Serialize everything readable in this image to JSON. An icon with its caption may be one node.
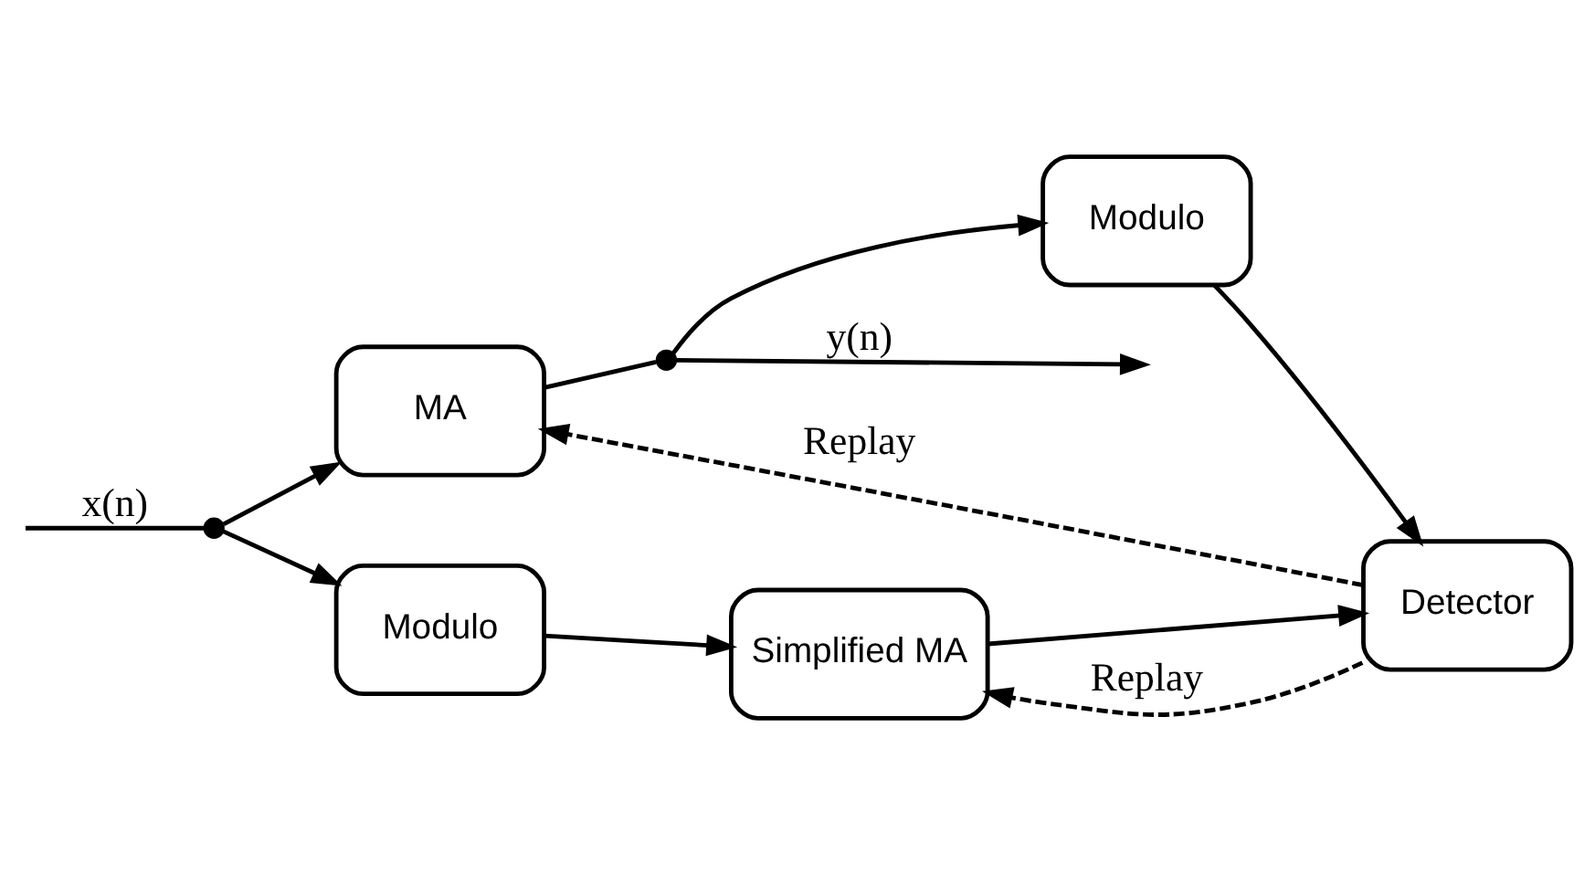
{
  "diagram": {
    "nodes": [
      {
        "text": [],
        "shape": "circle"
      },
      {
        "text": [
          "MA"
        ]
      },
      {
        "text": [],
        "shape": "circle"
      },
      {
        "text": [
          "Modulo"
        ]
      },
      {
        "text": [
          "Modulo"
        ]
      },
      {
        "text": [
          "Simplified MA"
        ]
      },
      {
        "text": [
          "Detector"
        ]
      }
    ],
    "edges": [
      {
        "from": null,
        "to": 0,
        "arrow": "none",
        "label": "x(n)"
      },
      {
        "from": 0,
        "to": 1,
        "arrow": "to"
      },
      {
        "from": 0,
        "to": 4,
        "arrow": "to"
      },
      {
        "from": 1,
        "to": 2,
        "arrow": "none"
      },
      {
        "from": 2,
        "to": null,
        "arrow": "to",
        "label": "y(n)"
      },
      {
        "from": 2,
        "to": 3,
        "arrow": "to"
      },
      {
        "from": 4,
        "to": 5,
        "arrow": "to"
      },
      {
        "from": 3,
        "to": 6,
        "arrow": "to"
      },
      {
        "from": 5,
        "to": 6,
        "arrow": "to"
      },
      {
        "from": 6,
        "to": 1,
        "arrow": "to",
        "style": "dashed",
        "label": "Replay"
      },
      {
        "from": 6,
        "to": 5,
        "arrow": "to",
        "style": "dashed",
        "label": "Replay"
      }
    ]
  }
}
